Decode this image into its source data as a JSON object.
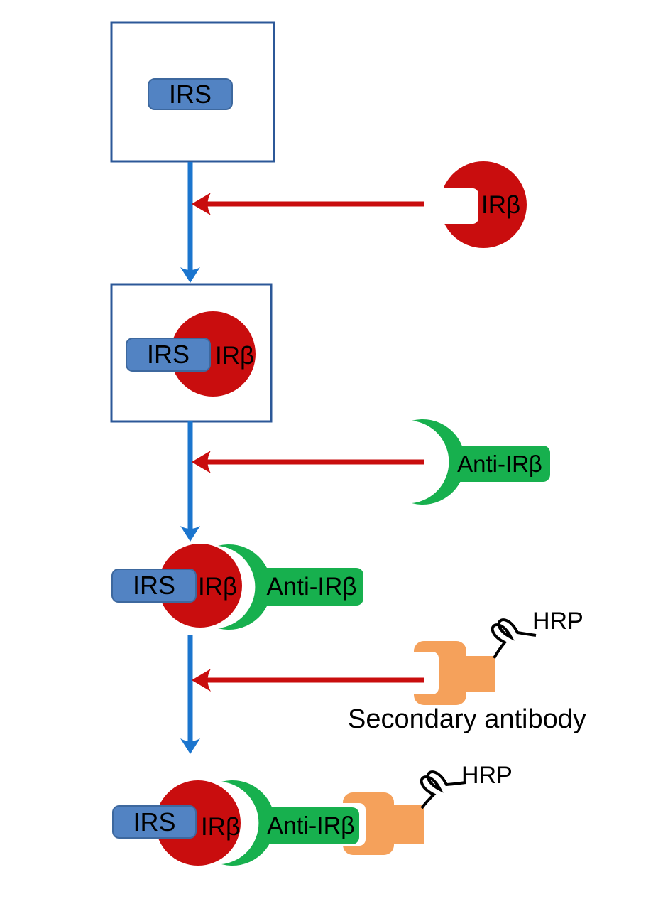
{
  "labels": {
    "irs": "IRS",
    "irb": "IRβ",
    "anti_irb": "Anti-IRβ",
    "hrp": "HRP",
    "secondary_antibody": "Secondary antibody"
  },
  "colors": {
    "box_outline": "#2C5898",
    "blue_fill": "#5283C3",
    "blue_border": "#3D689E",
    "blue_arrow": "#1B75CE",
    "red": "#C90D0E",
    "green": "#17B04E",
    "orange": "#F5A15B",
    "text": "#000000"
  }
}
